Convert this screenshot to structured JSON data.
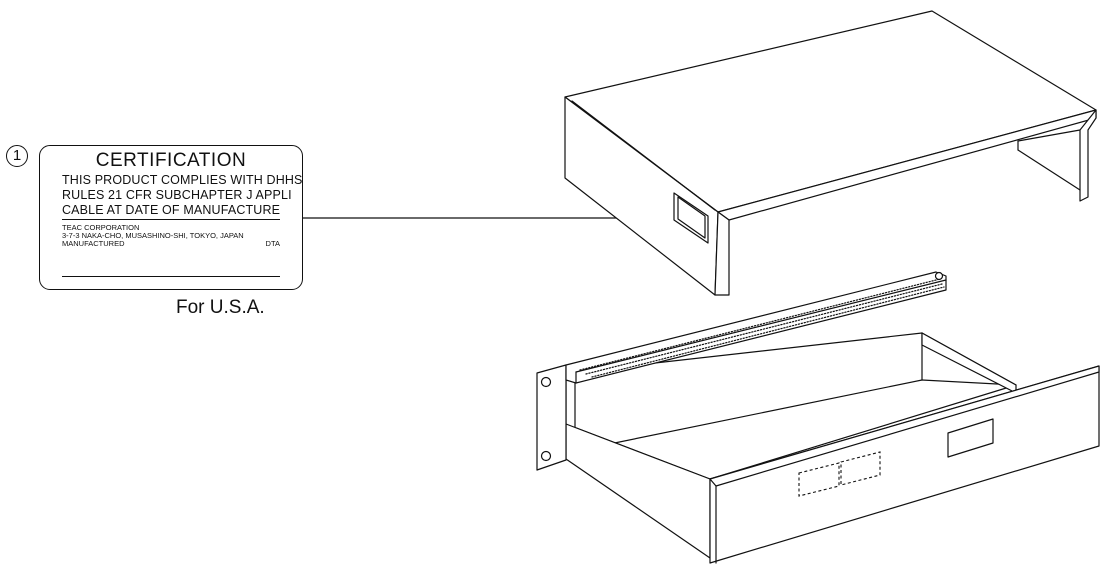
{
  "callout": {
    "number": "1"
  },
  "label": {
    "title": "CERTIFICATION",
    "lines": [
      "THIS PRODUCT COMPLIES WITH DHHS",
      "RULES 21 CFR SUBCHAPTER J APPLI",
      "CABLE AT DATE OF MANUFACTURE"
    ],
    "company": "TEAC CORPORATION",
    "address": "3-7-3 NAKA-CHO, MUSASHINO-SHI, TOKYO, JAPAN",
    "manufactured": "MANUFACTURED",
    "dta": "DTA"
  },
  "caption": "For U.S.A."
}
